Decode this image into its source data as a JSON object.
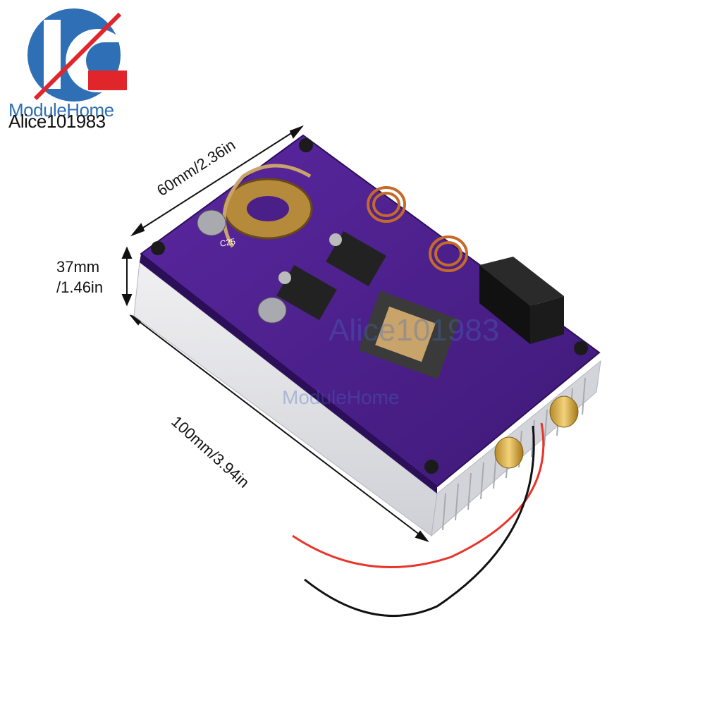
{
  "brand": {
    "name": "ModuleHome",
    "logo_letters": "IC"
  },
  "watermark": {
    "user": "Alice101983",
    "center_user": "Alice101983",
    "center_brand": "ModuleHome"
  },
  "dimensions": {
    "width": "60mm/2.36in",
    "length": "100mm/3.94in",
    "height_line1": "37mm",
    "height_line2": "/1.46in"
  },
  "board_labels": {
    "capacitor": "C25"
  },
  "colors": {
    "pcb": "#4a1f88",
    "heatsink": "#d9d9de",
    "logo_blue": "#2f6fb5",
    "logo_red": "#e0262b"
  }
}
